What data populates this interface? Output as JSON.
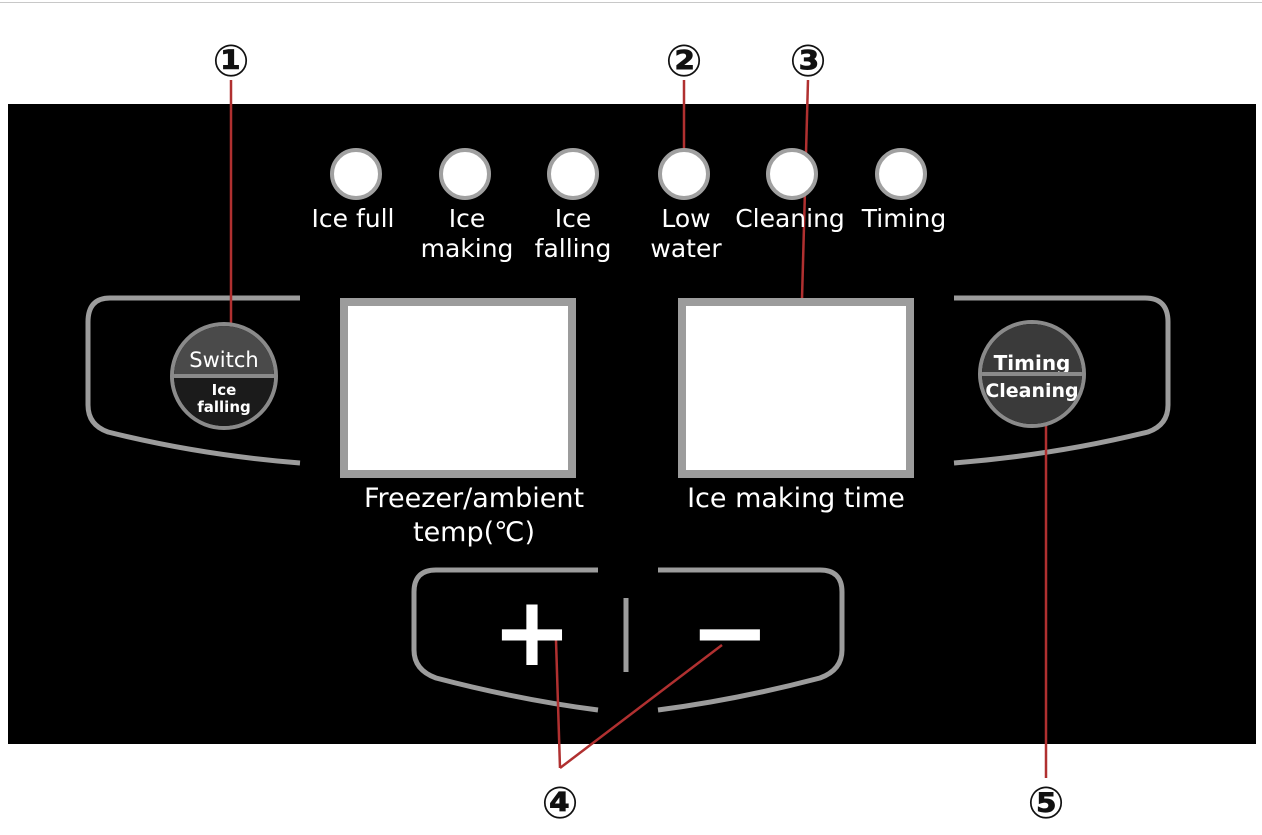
{
  "callouts": [
    "①",
    "②",
    "③",
    "④",
    "⑤"
  ],
  "indicators": [
    {
      "line1": "Ice full",
      "line2": ""
    },
    {
      "line1": "Ice",
      "line2": "making"
    },
    {
      "line1": "Ice",
      "line2": "falling"
    },
    {
      "line1": "Low",
      "line2": "water"
    },
    {
      "line1": "Cleaning",
      "line2": ""
    },
    {
      "line1": "Timing",
      "line2": ""
    }
  ],
  "left_button": {
    "top": "Switch",
    "bottom_line1": "Ice",
    "bottom_line2": "falling"
  },
  "right_button": {
    "top": "Timing",
    "bottom": "Cleaning"
  },
  "displays": [
    {
      "line1": "Freezer/ambient",
      "line2": "temp(℃)"
    },
    {
      "line1": "Ice making time",
      "line2": ""
    }
  ],
  "adjust": {
    "plus": "+",
    "minus": "−"
  },
  "colors": {
    "panel": "#000000",
    "bezel": "#9c9c9c",
    "leader": "#b03030",
    "led": "#ffffff"
  }
}
